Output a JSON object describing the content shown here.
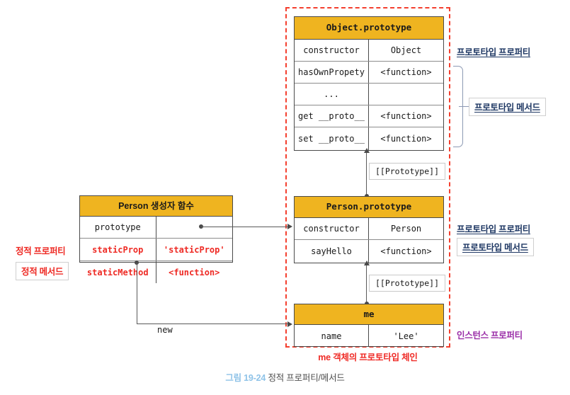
{
  "diagram": {
    "caption_number": "그림 19-24",
    "caption_text": "정적 프로퍼티/메서드",
    "chain_label": "me 객체의 프로토타입 체인",
    "new_label": "new",
    "prototype_tag_top": "[[Prototype]]",
    "prototype_tag_bottom": "[[Prototype]]",
    "colors": {
      "header_yellow": "#efb420",
      "chain_red": "#f43f2e",
      "static_red": "#ee2a24",
      "annotation_navy": "#1f3864",
      "annotation_purple": "#9b2fa8",
      "caption_blue": "#8fc3e8",
      "border_gray": "#4a4a4a"
    }
  },
  "tables": {
    "object_prototype": {
      "title": "Object.prototype",
      "rows": [
        {
          "key": "constructor",
          "value": "Object"
        },
        {
          "key": "hasOwnPropety",
          "value": "<function>"
        },
        {
          "key": "...",
          "value": ""
        },
        {
          "key": "get __proto__",
          "value": "<function>"
        },
        {
          "key": "set __proto__",
          "value": "<function>"
        }
      ]
    },
    "person_constructor": {
      "title": "Person 생성자 함수",
      "rows": [
        {
          "key": "prototype",
          "value": "",
          "static": false
        },
        {
          "key": "staticProp",
          "value": "'staticProp'",
          "static": true
        },
        {
          "key": "staticMethod",
          "value": "<function>",
          "static": true
        }
      ]
    },
    "person_prototype": {
      "title": "Person.prototype",
      "rows": [
        {
          "key": "constructor",
          "value": "Person"
        },
        {
          "key": "sayHello",
          "value": "<function>"
        }
      ]
    },
    "me_instance": {
      "title": "me",
      "rows": [
        {
          "key": "name",
          "value": "'Lee'"
        }
      ]
    }
  },
  "annotations": {
    "object_prototype_property": "프로토타입 프로퍼티",
    "object_prototype_method": "프로토타입 메서드",
    "person_prototype_property": "프로토타입 프로퍼티",
    "person_prototype_method": "프로토타입 메서드",
    "instance_property": "인스턴스 프로퍼티",
    "static_property": "정적 프로퍼티",
    "static_method": "정적 메서드"
  }
}
